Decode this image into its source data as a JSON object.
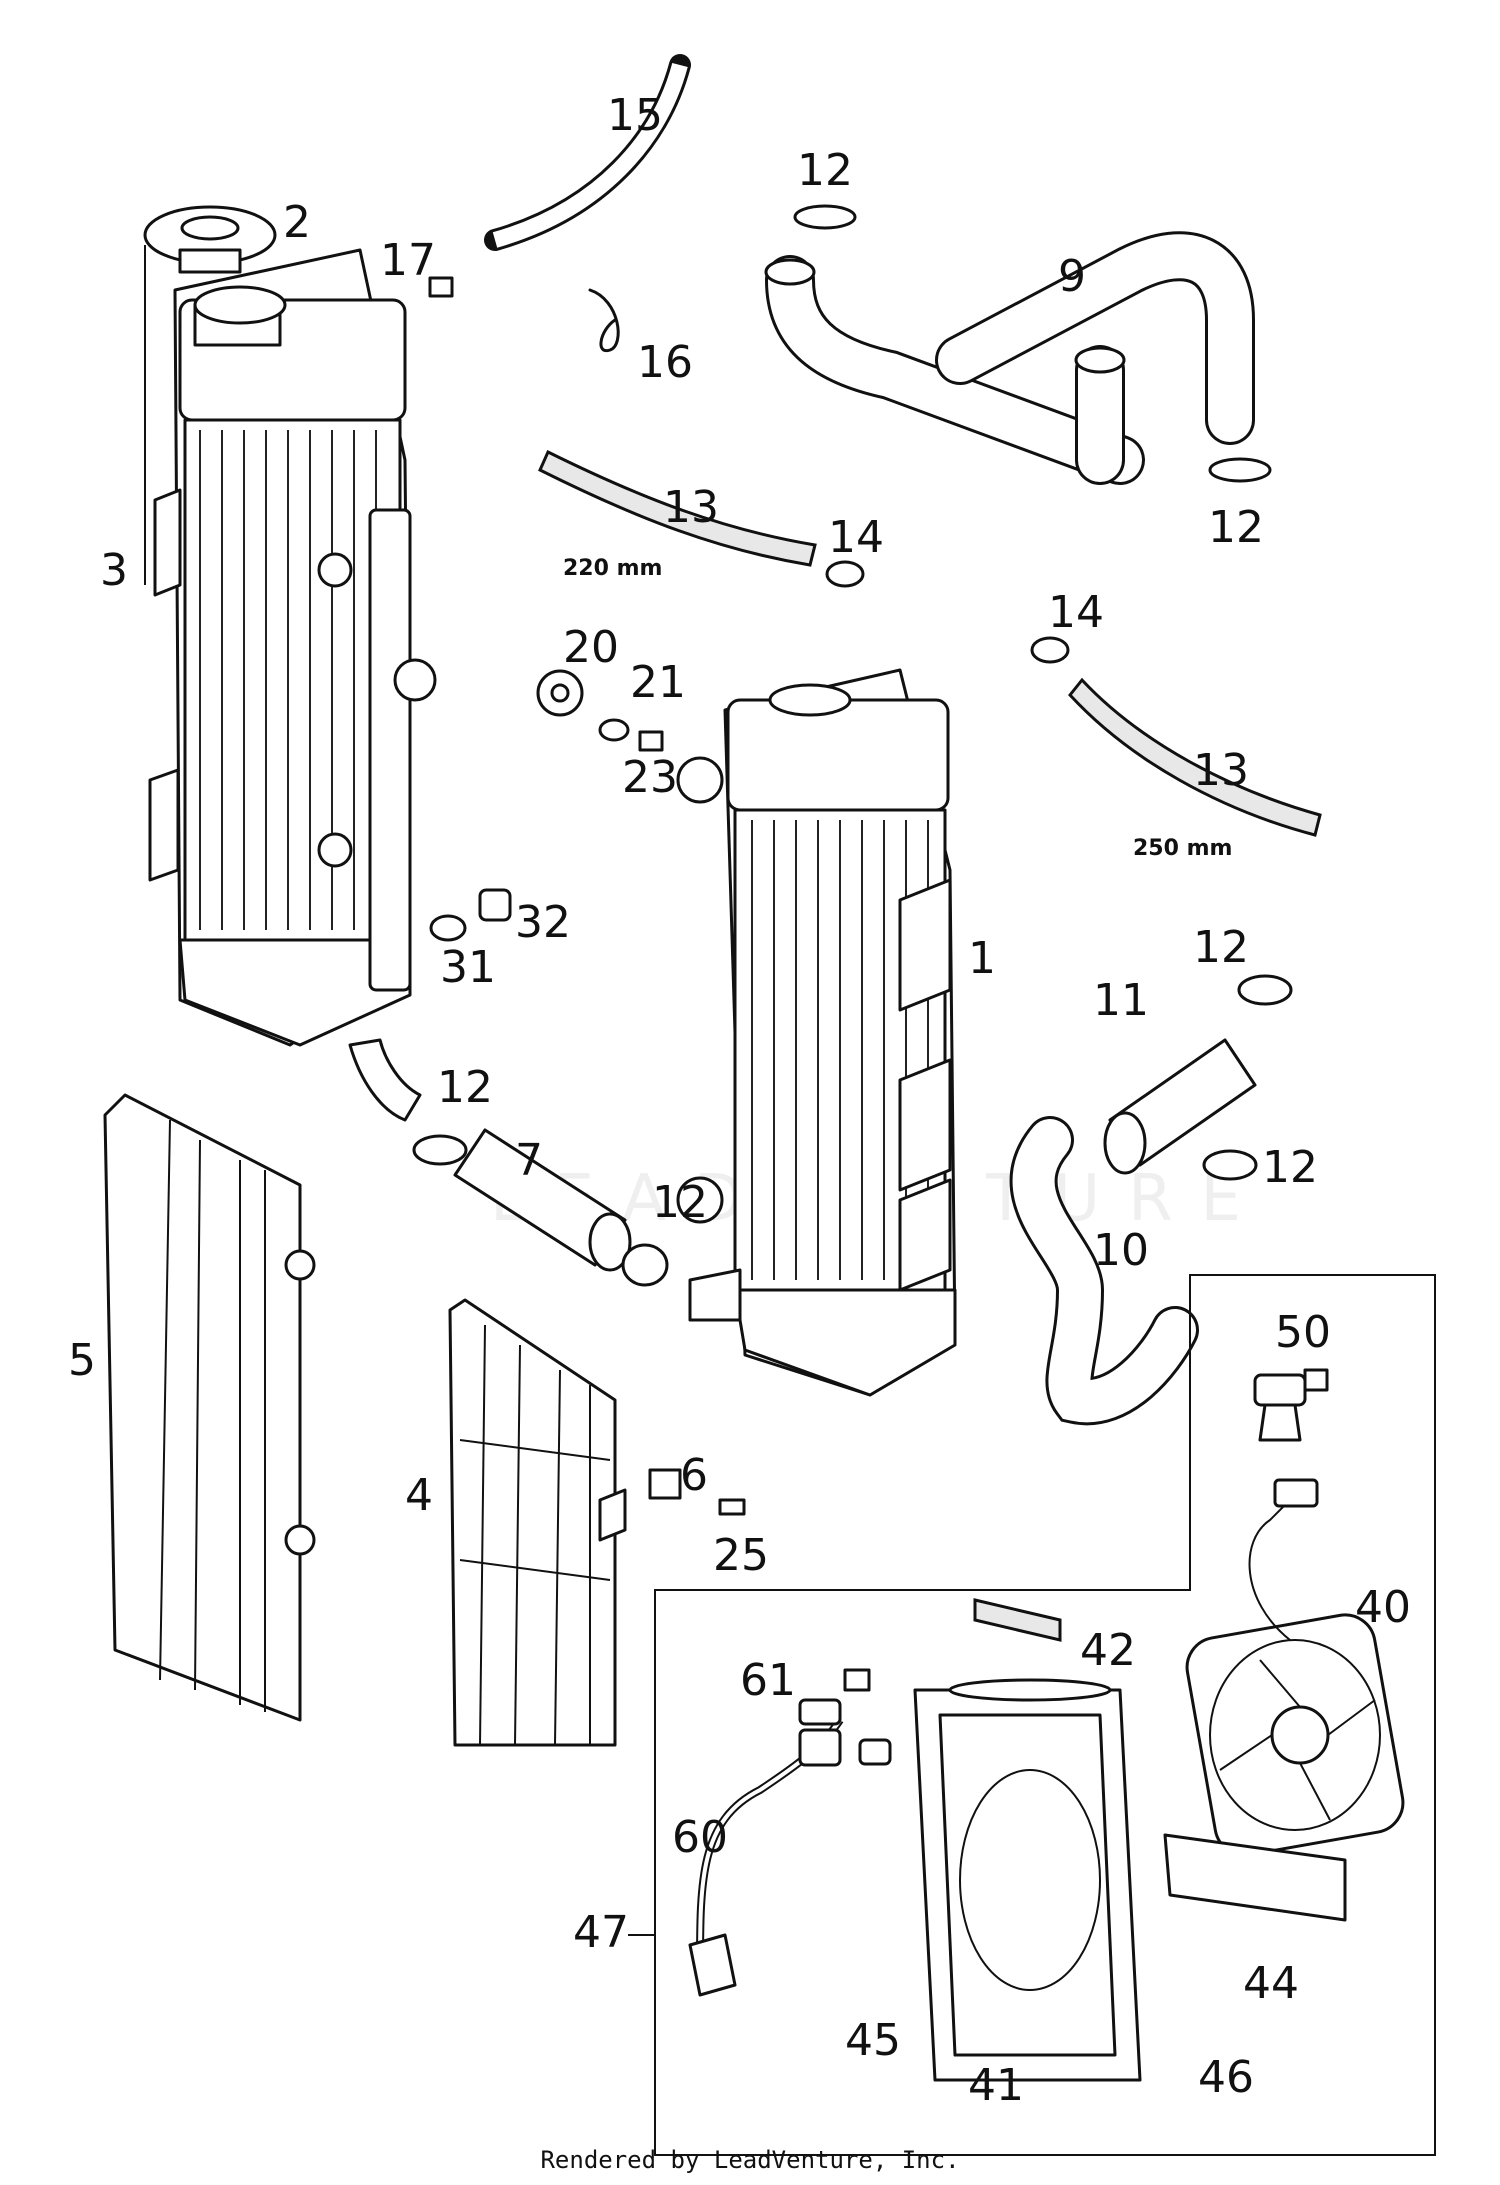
{
  "watermark": "LEADVENTURE",
  "footer": "Rendered by LeadVenture, Inc.",
  "dimensions": {
    "hose_13_upper": "220 mm",
    "hose_13_lower": "250 mm"
  },
  "callouts": {
    "c1": "1",
    "c2": "2",
    "c3": "3",
    "c4": "4",
    "c5": "5",
    "c6": "6",
    "c7": "7",
    "c9": "9",
    "c10": "10",
    "c11": "11",
    "c12a": "12",
    "c12b": "12",
    "c12c": "12",
    "c12d": "12",
    "c12e": "12",
    "c12f": "12",
    "c13a": "13",
    "c13b": "13",
    "c14a": "14",
    "c14b": "14",
    "c15": "15",
    "c16": "16",
    "c17": "17",
    "c20": "20",
    "c21": "21",
    "c23": "23",
    "c25": "25",
    "c31": "31",
    "c32": "32",
    "c40": "40",
    "c41": "41",
    "c42": "42",
    "c44": "44",
    "c45": "45",
    "c46": "46",
    "c47": "47",
    "c50": "50",
    "c60": "60",
    "c61": "61"
  }
}
